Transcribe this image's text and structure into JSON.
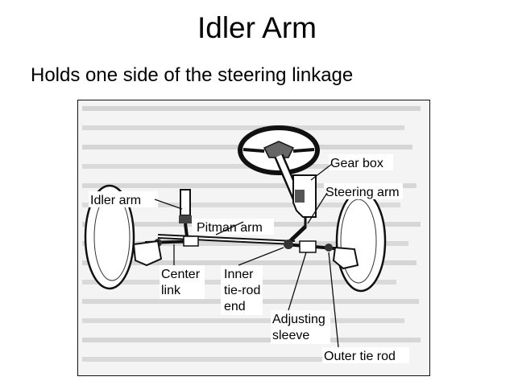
{
  "slide": {
    "title": "Idler Arm",
    "subtitle": "Holds one side of the steering linkage"
  },
  "figure": {
    "labels": {
      "idler_arm": "Idler arm",
      "gear_box": "Gear box",
      "steering_arm": "Steering arm",
      "pitman_arm": "Pitman arm",
      "center_link_1": "Center",
      "center_link_2": "link",
      "inner_tie_rod_1": "Inner",
      "inner_tie_rod_2": "tie-rod",
      "inner_tie_rod_3": "end",
      "adjusting_sleeve_1": "Adjusting",
      "adjusting_sleeve_2": "sleeve",
      "outer_tie_rod": "Outer tie rod"
    }
  }
}
